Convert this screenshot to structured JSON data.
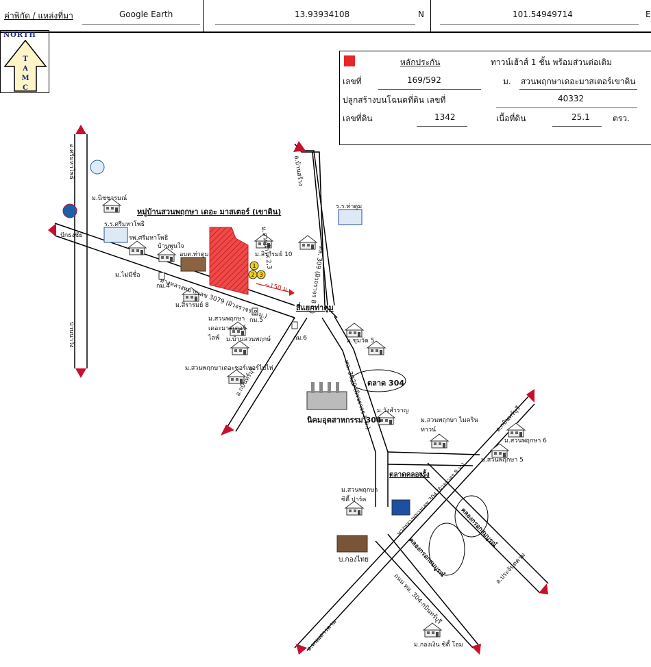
{
  "header": {
    "coord_label": "ค่าพิกัด / แหล่งที่มา",
    "source": "Google Earth",
    "latitude": "13.93934108",
    "lat_dir": "N",
    "longitude": "101.54949714",
    "lon_dir": "E"
  },
  "north": {
    "label": "NORTH",
    "letters": [
      "T",
      "A",
      "M",
      "C"
    ]
  },
  "info": {
    "title": "หลักประกัน",
    "type": "ทาวน์เฮ้าส์ 1 ชั้น พร้อมส่วนต่อเติม",
    "no_label": "เลขที่",
    "no_value": "169/592",
    "moo_label": "ม.",
    "village": "สวนพฤกษาเดอะมาสเตอร์เขาดิน",
    "deed_label": "ปลูกสร้างบนโฉนดที่ดิน เลขที่",
    "deed_value": "40332",
    "land_no_label": "เลขที่ดิน",
    "land_no_value": "1342",
    "area_label": "เนื้อที่ดิน",
    "area_value": "25.1",
    "area_unit": "ตรว.",
    "marker_color": "#e8262a"
  },
  "map": {
    "subject_village": "หมู่บ้านสวนพฤกษา เดอะ มาสเตอร์ (เขาดิน)",
    "distance": "~150 ม.",
    "pins": [
      "1",
      "2",
      "3"
    ],
    "roads": {
      "hwy3079": "ทางหลวงหมายเลข 3079 (ผิวจราจร 8 ม.)",
      "hwy304": "ทางหลวงหมายเลข 304 (ผิวจราจร 8 ม.)",
      "road_3079": "ทล. 3079 (ผิวจราจร 8 ม.)",
      "road_309": "ทล. 309 (ผิวจราจร 8 ม.)",
      "to_kabin": "อ.กบินทร์บุรี",
      "to_sriprachanthai": "อ.ศรีมหาโพธิ",
      "to_nongki": "อ.บ้านสร้าง",
      "to_west": "ปักธงชัย",
      "to_south": "บ้านนาวัง",
      "to_prachinburi": "อ.ประจันตคาม",
      "to_kabin2": "อ.กบินทร์บุรี",
      "to_prachantakham": "อ.พนมสารคาม",
      "bottom_road": "ถนน ทล. 304-กบินทร์บุรี"
    },
    "places": {
      "intersection": "สี่แยกท่าตูม",
      "market304": "ตลาด 304",
      "khlongrang": "ตลาดคลองรั้ง",
      "industrial": "นิคมอุตสาหกรรม 304",
      "school1": "ร.ร.ศรีมหาโพธิ",
      "hospital": "รพ.ศรีมหาโพธิ",
      "school2": "ร.ร.ท่าตูม",
      "obt": "อบต.ท่าตูม",
      "km4": "กม.4",
      "km5": "กม.5",
      "km6": "กม.6",
      "company": "บ.กองไทย",
      "krok1": "คลองกรอกสมบูรณ์",
      "krok2": "คลองกรอกสมบูรณ์"
    },
    "villages": [
      "ม.นิชชารมณ์",
      "บ้านพูนใจ",
      "ม.ไม่มีชื่อ",
      "ม.สิรารมย์ 8",
      "ม.สวนพฤกษา เดอะมาสเตอร์ไลฟ์",
      "ม.บ้านสวนพฤกษ์",
      "ม.สวนพฤกษาเดอะซอร์เบอร์ไปไห่",
      "ม.สวยน้ำใส 2,3",
      "ม.สิรารมย์ 10",
      "ม.ชุมวัด 5",
      "ม.วังสำราญ",
      "ม.สวนพฤกษา ไมคริน ทาวน์",
      "ม.สวนพฤกษา 6",
      "ม.สวนพฤกษา 5",
      "ม.สวนพฤกษา ซิตี้ ปาร์ค",
      "ม.กองเงิน ซิตี้ โฮม"
    ]
  }
}
